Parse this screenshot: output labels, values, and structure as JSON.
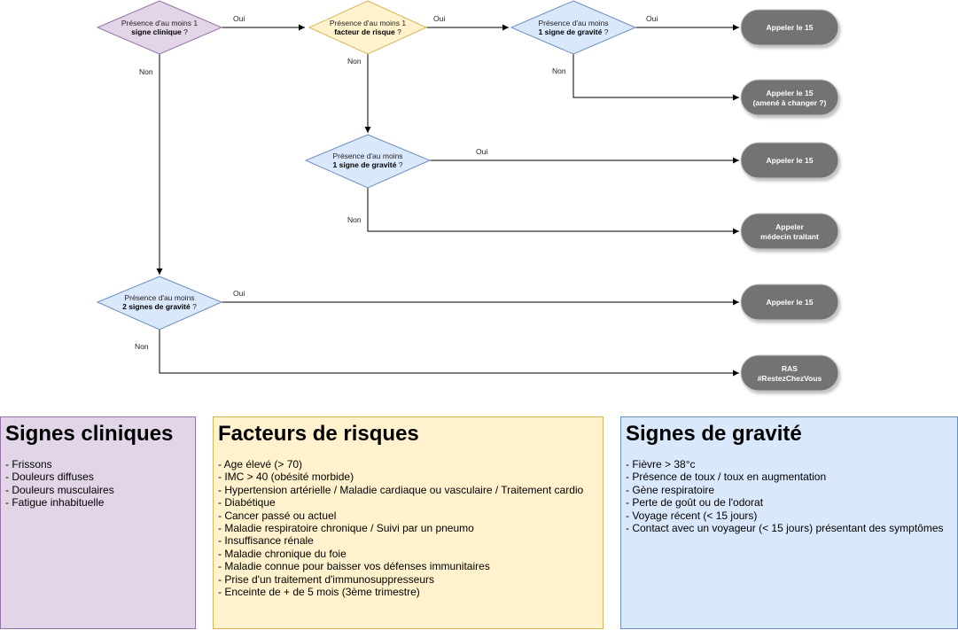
{
  "flowchart": {
    "decisions": [
      {
        "id": "d1",
        "line1": "Présence d'au moins 1",
        "line2": "signe clinique",
        "suffix": " ?",
        "fill": "#e1d5e7",
        "stroke": "#9673a6"
      },
      {
        "id": "d2",
        "line1": "Présence d'au moins 1",
        "line2": "facteur de risque",
        "suffix": " ?",
        "fill": "#fff2cc",
        "stroke": "#d6b656"
      },
      {
        "id": "d3",
        "line1": "Présence d'au moins",
        "line2": "1 signe de gravité",
        "suffix": " ?",
        "fill": "#dae8fc",
        "stroke": "#6c8ebf"
      },
      {
        "id": "d4",
        "line1": "Présence d'au moins",
        "line2": "1 signe de gravité",
        "suffix": " ?",
        "fill": "#dae8fc",
        "stroke": "#6c8ebf"
      },
      {
        "id": "d5",
        "line1": "Présence d'au moins",
        "line2": "2 signes de gravité",
        "suffix": " ?",
        "fill": "#dae8fc",
        "stroke": "#6c8ebf"
      }
    ],
    "outcomes": [
      {
        "id": "o1",
        "line1": "Appeler le 15",
        "line2": ""
      },
      {
        "id": "o2",
        "line1": "Appeler le 15",
        "line2": "(amené à changer ?)"
      },
      {
        "id": "o3",
        "line1": "Appeler le 15",
        "line2": ""
      },
      {
        "id": "o4",
        "line1": "Appeler",
        "line2": "médecin traitant"
      },
      {
        "id": "o5",
        "line1": "Appeler le 15",
        "line2": ""
      },
      {
        "id": "o6",
        "line1": "RAS",
        "line2": "#RestezChezVous"
      }
    ],
    "labels": {
      "yes": "Oui",
      "no": "Non"
    },
    "colors": {
      "outcome_fill": "#737373",
      "outcome_stroke": "#bfbfbf",
      "edge": "#000000"
    }
  },
  "panels": {
    "clinical": {
      "title": "Signes cliniques",
      "items": [
        "- Frissons",
        "- Douleurs diffuses",
        "- Douleurs musculaires",
        "- Fatigue inhabituelle"
      ]
    },
    "risk": {
      "title": "Facteurs de risques",
      "items": [
        "- Age élevé (> 70)",
        "- IMC > 40 (obésité morbide)",
        "- Hypertension artérielle / Maladie cardiaque ou vasculaire / Traitement cardio",
        "- Diabétique",
        "- Cancer passé ou actuel",
        "- Maladie respiratoire chronique / Suivi par un pneumo",
        "- Insuffisance rénale",
        "- Maladie chronique du foie",
        "- Maladie connue pour baisser vos défenses immunitaires",
        "- Prise d'un traitement d'immunosuppresseurs",
        "- Enceinte de + de 5 mois (3ème trimestre)"
      ]
    },
    "severity": {
      "title": "Signes de gravité",
      "items": [
        "- Fièvre > 38°c",
        "- Présence de toux / toux en augmentation",
        "- Gène respiratoire",
        "- Perte de goût ou de l'odorat",
        "- Voyage récent (< 15 jours)",
        "- Contact avec un voyageur (< 15 jours) présentant des symptômes"
      ]
    }
  }
}
